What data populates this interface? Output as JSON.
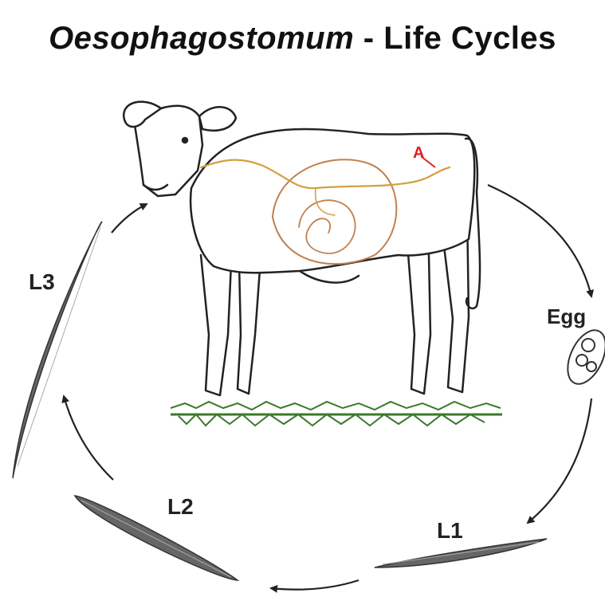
{
  "title": {
    "genus": "Oesophagostomum",
    "rest": " - Life Cycles"
  },
  "stages": {
    "egg": "Egg",
    "l1": "L1",
    "l2": "L2",
    "l3": "L3"
  },
  "markers": {
    "anus": "A"
  },
  "colors": {
    "ink": "#222222",
    "gut_path": "#d4a040",
    "gut_outline": "#c08050",
    "marker": "#e02020",
    "grass": "#3a7a2a",
    "background": "#ffffff"
  }
}
